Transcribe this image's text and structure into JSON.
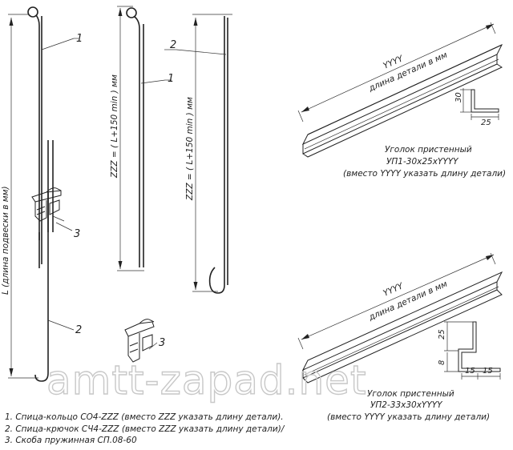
{
  "callouts": {
    "c1": "1",
    "c2": "2",
    "c3": "3"
  },
  "dims": {
    "length_vertical": "L (длина подвески в мм)",
    "zzz": "ZZZ = ( L+150 min ) мм"
  },
  "profiles": {
    "top": {
      "length_code": "YYYY",
      "length_note": "длина детали в мм",
      "dim_30": "30",
      "dim_25": "25",
      "caption_line1": "Уголок пристенный",
      "caption_line2": "УП1-30x25xYYYY",
      "caption_line3": "(вместо YYYY указать длину детали)"
    },
    "bottom": {
      "length_code": "YYYY",
      "length_note": "длина детали в мм",
      "dim_25": "25",
      "dim_8": "8",
      "dim_15a": "15",
      "dim_15b": "15",
      "caption_line1": "Уголок пристенный",
      "caption_line2": "УП2-33x30xYYYY",
      "caption_line3": "(вместо YYYY указать длину детали)"
    }
  },
  "legend": [
    "1.  Спица-кольцо СО4-ZZZ  (вместо ZZZ указать длину детали).",
    "2.  Спица-крючок СЧ4-ZZZ  (вместо ZZZ указать длину детали)/",
    "3.  Скоба пружинная СП.08-60"
  ],
  "watermark": "amtt-zapad.net"
}
